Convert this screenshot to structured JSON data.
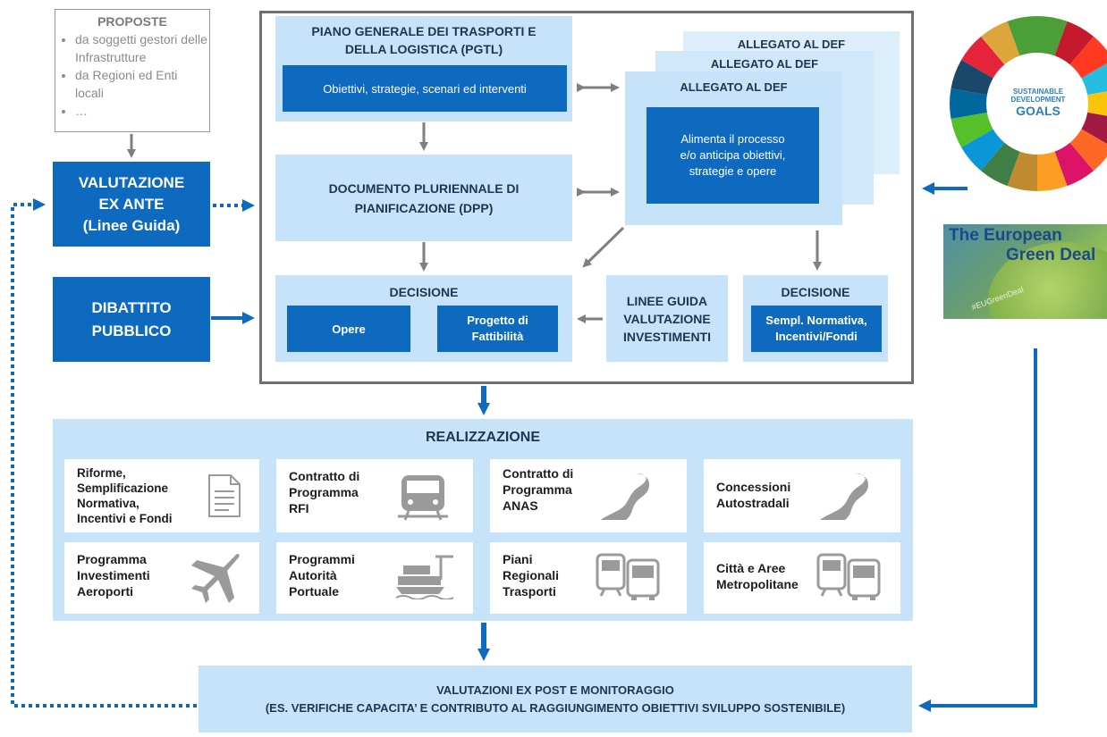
{
  "proposte": {
    "title": "PROPOSTE",
    "items": [
      "da soggetti gestori delle Infrastrutture",
      "da Regioni ed Enti locali",
      "…"
    ]
  },
  "valutazione_ex_ante": "VALUTAZIONE\nEX ANTE\n(Linee Guida)",
  "dibattito_pubblico": "DIBATTITO\nPUBBLICO",
  "pgtl": {
    "title": "PIANO GENERALE DEI TRASPORTI E\nDELLA LOGISTICA (PGTL)",
    "inner": "Obiettivi, strategie, scenari ed interventi"
  },
  "dpp": {
    "title": "DOCUMENTO PLURIENNALE DI\nPIANIFICAZIONE (DPP)"
  },
  "allegato": {
    "labels": [
      "ALLEGATO AL DEF",
      "ALLEGATO AL DEF",
      "ALLEGATO AL DEF"
    ],
    "inner": "Alimenta il processo\ne/o anticipa obiettivi,\nstrategie e opere"
  },
  "decisione_left": {
    "title": "DECISIONE",
    "opere": "Opere",
    "progetto": "Progetto di\nFattibilità"
  },
  "linee_guida": "LINEE GUIDA\nVALUTAZIONE\nINVESTIMENTI",
  "decisione_right": {
    "title": "DECISIONE",
    "inner": "Sempl. Normativa,\nIncentivi/Fondi"
  },
  "sdg": {
    "line1": "SUSTAINABLE",
    "line2": "DEVELOPMENT",
    "line3": "GOALS"
  },
  "green_deal": {
    "line1": "The European",
    "line2": "Green Deal",
    "hashtag": "#EUGreenDeal"
  },
  "realizzazione": {
    "title": "REALIZZAZIONE",
    "cards": [
      {
        "label": "Riforme,\nSemplificazione\nNormativa,\nIncentivi e Fondi",
        "icon": "document-icon"
      },
      {
        "label": "Contratto di\nProgramma\nRFI",
        "icon": "train-icon"
      },
      {
        "label": "Contratto di\nProgramma\nANAS",
        "icon": "road-icon"
      },
      {
        "label": "Concessioni\nAutostradali",
        "icon": "road-icon"
      },
      {
        "label": "Programma\nInvestimenti\nAeroporti",
        "icon": "airplane-icon"
      },
      {
        "label": "Programmi\nAutorità\nPortuale",
        "icon": "ship-icon"
      },
      {
        "label": "Piani\nRegionali\nTrasporti",
        "icon": "bus-train-icon"
      },
      {
        "label": "Città e Aree\nMetropolitane",
        "icon": "bus-train-icon"
      }
    ]
  },
  "valutazioni_ex_post": {
    "line1": "VALUTAZIONI EX POST E MONITORAGGIO",
    "line2": "(ES. VERIFICHE CAPACITA’ E CONTRIBUTO AL RAGGIUNGIMENTO OBIETTIVI SVILUPPO SOSTENIBILE)"
  },
  "colors": {
    "dark_blue": "#0d6abf",
    "light_blue": "#c6e3f9",
    "arrow_gray": "#7f7f7f",
    "frame_gray": "#6f6f6f"
  }
}
